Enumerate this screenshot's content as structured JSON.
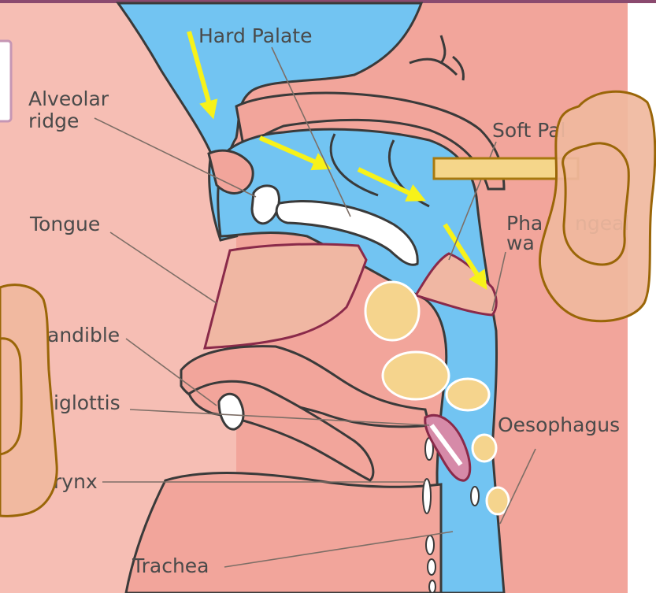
{
  "labels": {
    "hard_palate": "Hard Palate",
    "alveolar_line1": "Alveolar",
    "alveolar_line2": "ridge",
    "soft_palate": "Soft Pal",
    "tongue": "Tongue",
    "pharyngeal_line1": "Pha",
    "pharyngeal_line1b": "ngeal",
    "pharyngeal_line2": "wa",
    "mandible": "andible",
    "epiglottis": "iglottis",
    "oesophagus": "Oesophagus",
    "larynx": "rynx",
    "trachea": "Trachea"
  },
  "colors": {
    "tissue": "#f2a59b",
    "tissue_light": "#f6beb4",
    "airway": "#72c4f2",
    "outline": "#3a3a3a",
    "tongue": "#f0b7a3",
    "tongue_edge": "#8a2a4a",
    "arrow": "#f7f21a",
    "bolus": "#f5d48d",
    "bolus_edge": "#ffffff",
    "ear_fill": "#f0b89e",
    "ear_edge": "#9a6608",
    "probe": "#f5d68a",
    "probe_edge": "#a8790f",
    "epiglottis_pink": "#d68aa8",
    "top_border": "#8b4a6f"
  }
}
